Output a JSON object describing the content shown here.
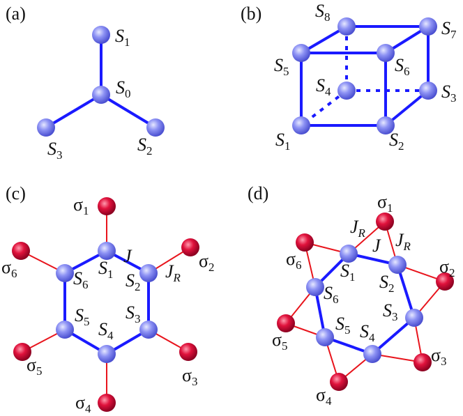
{
  "panels": {
    "a": {
      "label": "(a)"
    },
    "b": {
      "label": "(b)"
    },
    "c": {
      "label": "(c)"
    },
    "d": {
      "label": "(d)"
    }
  },
  "spin_symbol": "S",
  "sigma_symbol": "σ",
  "coupling": {
    "J": "J",
    "J_R": "J",
    "R": "R"
  },
  "a_labels": [
    "1",
    "0",
    "3",
    "2"
  ],
  "b_labels": [
    "8",
    "7",
    "5",
    "6",
    "4",
    "3",
    "1",
    "2"
  ],
  "c_spins": [
    "1",
    "2",
    "3",
    "4",
    "5",
    "6"
  ],
  "c_sigmas": [
    "1",
    "2",
    "3",
    "4",
    "5",
    "6"
  ],
  "d_spins": [
    "1",
    "2",
    "3",
    "4",
    "5",
    "6"
  ],
  "d_sigmas": [
    "1",
    "2",
    "3",
    "4",
    "5",
    "6"
  ],
  "colors": {
    "bond": "#1a1aff",
    "sigma_bond": "#e8141c",
    "spin_node": "#8b8ff2",
    "sigma_node": "#e0123c"
  }
}
